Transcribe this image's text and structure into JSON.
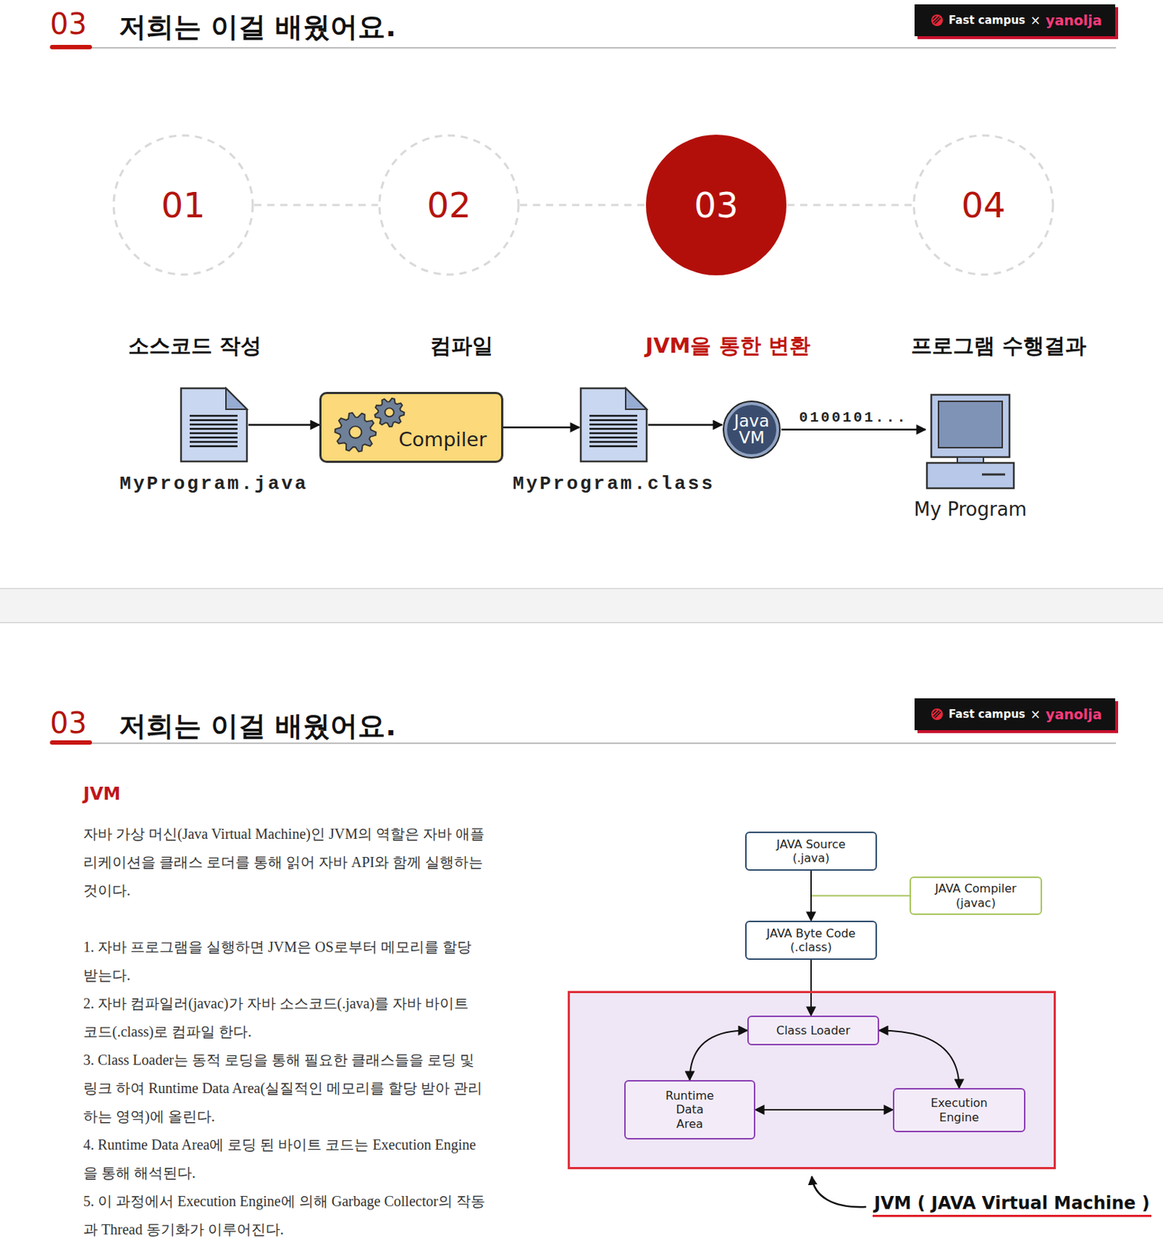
{
  "diagram": {
    "title": "저희는 이걸 배웠어요.",
    "nodes": [
      {
        "text": [
          "01"
        ]
      },
      {
        "text": [
          "02"
        ]
      },
      {
        "text": [
          "03"
        ]
      },
      {
        "text": [
          "04"
        ]
      },
      {
        "text": [
          "MyProgram.java"
        ]
      },
      {
        "text": [
          "Compiler"
        ]
      },
      {
        "text": [
          "MyProgram.class"
        ]
      },
      {
        "text": [
          "Java VM"
        ]
      },
      {
        "text": [
          "My Program"
        ]
      },
      {
        "text": [
          "JAVA Source (.java)"
        ]
      },
      {
        "text": [
          "JAVA Compiler (javac)"
        ]
      },
      {
        "text": [
          "JAVA Byte Code (.class)"
        ]
      },
      {
        "text": [
          "JVM ( JAVA Virtual Machine )"
        ]
      },
      {
        "text": [
          "Class Loader"
        ],
        "in": 12
      },
      {
        "text": [
          "Runtime Data Area"
        ],
        "in": 12
      },
      {
        "text": [
          "Execution Engine"
        ],
        "in": 12
      }
    ],
    "edges": [
      {
        "from": 0,
        "to": 1,
        "arrow": "none"
      },
      {
        "from": 1,
        "to": 2,
        "arrow": "none"
      },
      {
        "from": 2,
        "to": 3,
        "arrow": "none"
      },
      {
        "from": 4,
        "to": 5,
        "arrow": "to"
      },
      {
        "from": 5,
        "to": 6,
        "arrow": "to"
      },
      {
        "from": 6,
        "to": 7,
        "arrow": "to"
      },
      {
        "from": 7,
        "to": 8,
        "arrow": "to",
        "label": "0100101..."
      },
      {
        "from": 9,
        "to": 11,
        "arrow": "to"
      },
      {
        "from": 10,
        "to": 11,
        "arrow": "none"
      },
      {
        "from": 11,
        "to": 13,
        "arrow": "to"
      },
      {
        "from": 13,
        "to": 14,
        "arrow": "both"
      },
      {
        "from": 13,
        "to": 15,
        "arrow": "both"
      },
      {
        "from": 14,
        "to": 15,
        "arrow": "both"
      }
    ],
    "labels": [
      "03",
      "Fast campus",
      "×",
      "yanolja",
      "소스코드 작성",
      "컴파일",
      "JVM을 통한 변환",
      "프로그램 수행결과",
      "03",
      "저희는 이걸 배웠어요.",
      "Fast campus",
      "×",
      "yanolja",
      "JVM",
      "자바 가상 머신(Java Virtual Machine)인 JVM의 역할은 자바 애플리케이션을 클래스 로더를 통해 읽어 자바 API와 함께 실행하는 것이다.",
      "1. 자바 프로그램을 실행하면 JVM은 OS로부터 메모리를 할당 받는다.",
      "2. 자바 컴파일러(javac)가 자바 소스코드(.java)를 자바 바이트 코드(.class)로 컴파일 한다.",
      "3. Class Loader는 동적 로딩을 통해 필요한 클래스들을 로딩 및 링크 하여 Runtime Data Area(실질적인 메모리를 할당 받아 관리하는 영역)에 올린다.",
      "4. Runtime Data Area에 로딩 된 바이트 코드는 Execution Engine을 통해 해석된다.",
      "5. 이 과정에서 Execution Engine에 의해 Garbage Collector의 작동과 Thread 동기화가 이루어진다."
    ]
  }
}
